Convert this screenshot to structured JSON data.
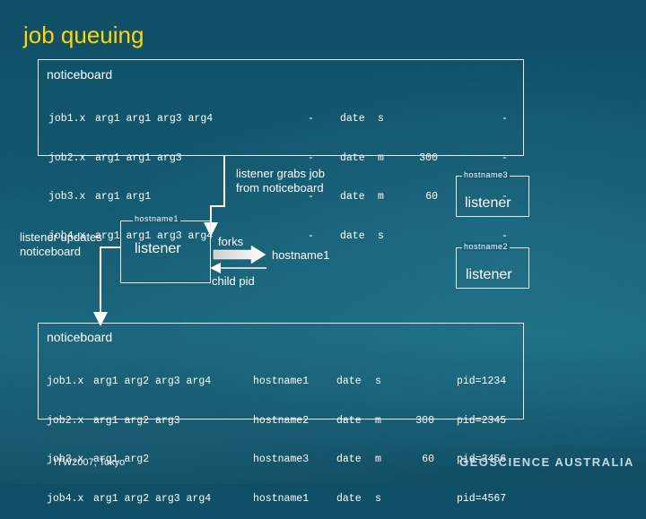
{
  "title": "job queuing",
  "top_board": {
    "label": "noticeboard",
    "jobs": [
      "job1.x",
      "job2.x",
      "job3.x",
      "job4.x"
    ],
    "args": [
      "arg1 arg1 arg3 arg4",
      "arg1 arg1 arg3",
      "arg1 arg1",
      "arg1 arg1 arg3 arg4"
    ],
    "hosts": [
      "-",
      "-",
      "-",
      "-"
    ],
    "dates": [
      "date",
      "date",
      "date",
      "date"
    ],
    "units": [
      "s",
      "m",
      "m",
      "s"
    ],
    "nums": [
      "",
      "300",
      "60",
      ""
    ],
    "pids": [
      "-",
      "-",
      "-",
      "-"
    ]
  },
  "bottom_board": {
    "label": "noticeboard",
    "jobs": [
      "job1.x",
      "job2.x",
      "job3.x",
      "job4.x"
    ],
    "args": [
      "arg1 arg2 arg3 arg4",
      "arg1 arg2 arg3",
      "arg1 arg2",
      "arg1 arg2 arg3 arg4"
    ],
    "hosts": [
      "hostname1",
      "hostname2",
      "hostname3",
      "hostname1"
    ],
    "dates": [
      "date",
      "date",
      "date",
      "date"
    ],
    "units": [
      "s",
      "m",
      "m",
      "s"
    ],
    "nums": [
      "",
      "300",
      "60",
      ""
    ],
    "pids": [
      "pid=1234",
      "pid=2345",
      "pid=3456",
      "pid=4567"
    ]
  },
  "labels": {
    "grabs": "listener grabs job from noticeboard",
    "updates": "listener updates noticeboard",
    "forks": "forks",
    "child_pid": "child pid",
    "hostname1_text": "hostname1"
  },
  "listeners": {
    "h1": {
      "host": "hostname1",
      "label": "listener"
    },
    "h2": {
      "host": "hostname2",
      "label": "listener"
    },
    "h3": {
      "host": "hostname3",
      "label": "listener"
    }
  },
  "footer": {
    "event": "ITW2007, Tokyo",
    "logo": "GEOSCIENCE AUSTRALIA"
  },
  "colors": {
    "title": "#ffd700",
    "line": "#ffffff"
  }
}
